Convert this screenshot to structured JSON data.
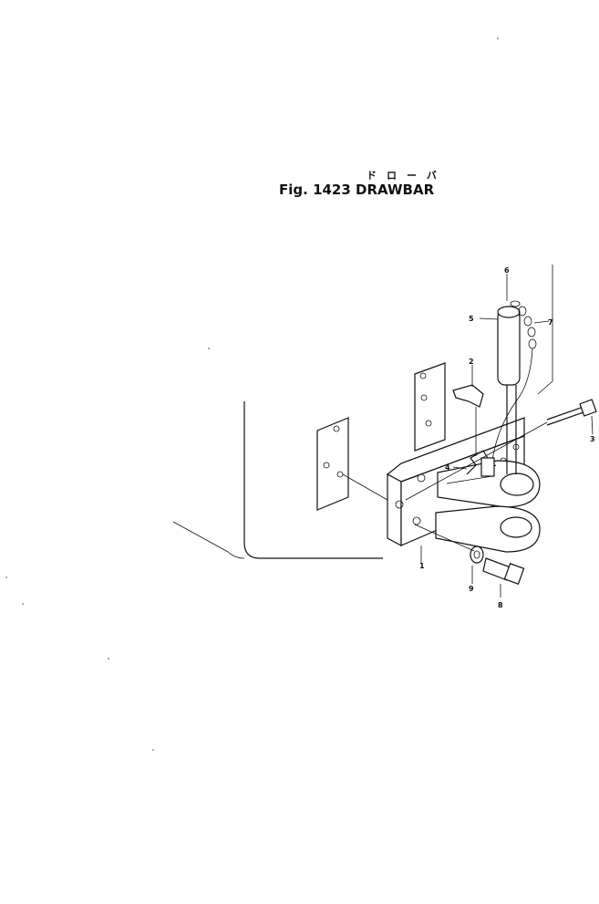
{
  "figure": {
    "kana_caption": "ドローバ",
    "fig_prefix": "Fig.",
    "fig_number": "1423",
    "fig_name": "DRAWBAR"
  },
  "callouts": {
    "c1": "1",
    "c2": "2",
    "c3": "3",
    "c4": "4",
    "c5": "5",
    "c6": "6",
    "c7": "7",
    "c8": "8",
    "c9": "9"
  },
  "colors": {
    "ink": "#111111",
    "paper": "#ffffff"
  }
}
